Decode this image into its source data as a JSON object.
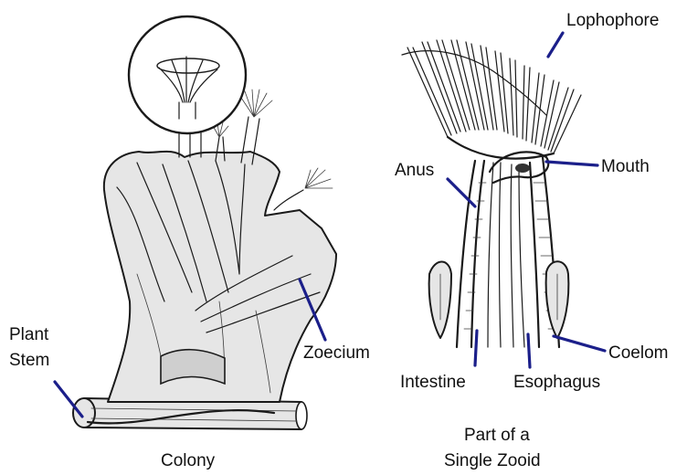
{
  "labels": {
    "plant_stem_line1": "Plant",
    "plant_stem_line2": "Stem",
    "zoecium": "Zoecium",
    "colony": "Colony",
    "lophophore": "Lophophore",
    "anus": "Anus",
    "mouth": "Mouth",
    "coelom": "Coelom",
    "intestine": "Intestine",
    "esophagus": "Esophagus",
    "zooid_caption_line1": "Part of a",
    "zooid_caption_line2": "Single Zooid"
  },
  "colors": {
    "leader_lines": "#1b1f8a",
    "ink": "#1a1a1a",
    "background": "#ffffff"
  }
}
